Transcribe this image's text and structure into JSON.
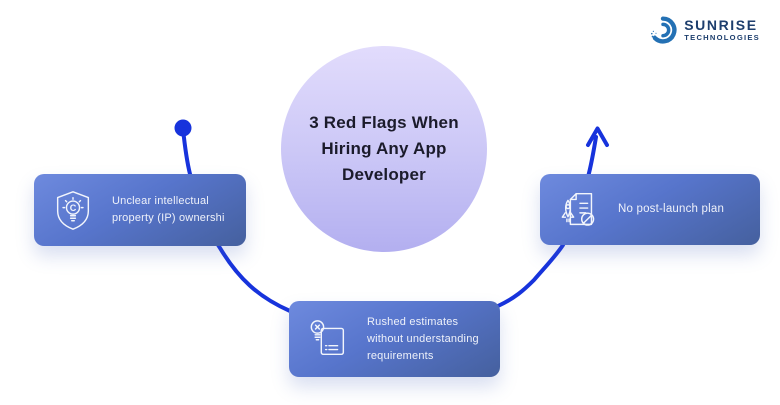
{
  "brand": {
    "name": "SUNRISE",
    "tagline": "TECHNOLOGIES"
  },
  "center": {
    "lines": [
      "3 Red Flags When",
      "Hiring Any App",
      "Developer"
    ]
  },
  "flags": [
    {
      "id": "ip-ownership",
      "label": "Unclear intellectual property (IP) ownershi",
      "icon": "shield-copyright-bulb-icon"
    },
    {
      "id": "rushed-estimates",
      "label": "Rushed estimates without understanding requirements",
      "icon": "bulb-checklist-icon"
    },
    {
      "id": "no-post-launch",
      "label": "No post-launch plan",
      "icon": "rocket-document-cancelled-icon"
    }
  ],
  "colors": {
    "connector_blue": "#1733dc",
    "card_gradient_top": "#6e8ade",
    "card_gradient_bottom": "#45609e",
    "circle_gradient_top": "#e2dcfc",
    "circle_gradient_bottom": "#b3aff0",
    "title_text": "#1b1b2b",
    "card_text": "#eef1fa",
    "brand_text": "#1d3e6d",
    "brand_icon_blue": "#2471b4"
  }
}
